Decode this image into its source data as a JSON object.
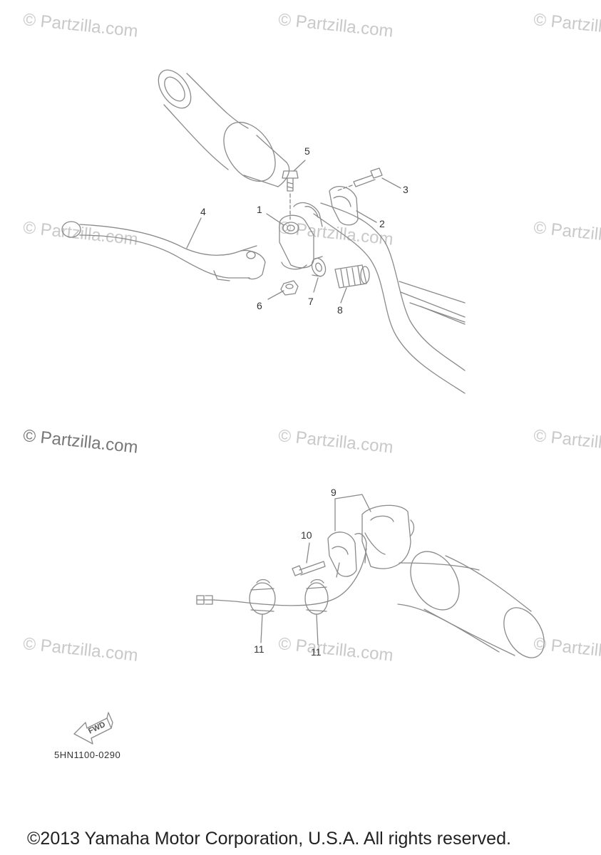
{
  "watermark": {
    "text": "© Partzilla.com"
  },
  "callouts": {
    "c1": "1",
    "c2": "2",
    "c3": "3",
    "c4": "4",
    "c5": "5",
    "c6": "6",
    "c7": "7",
    "c8": "8",
    "c9": "9",
    "c10": "10",
    "c11a": "11",
    "c11b": "11"
  },
  "fwd_label": "FWD",
  "part_code": "5HN1100-0290",
  "copyright": "©2013 Yamaha Motor Corporation, U.S.A. All rights reserved.",
  "colors": {
    "line": "#8a8a8a",
    "watermark": "#c9c9c9"
  }
}
